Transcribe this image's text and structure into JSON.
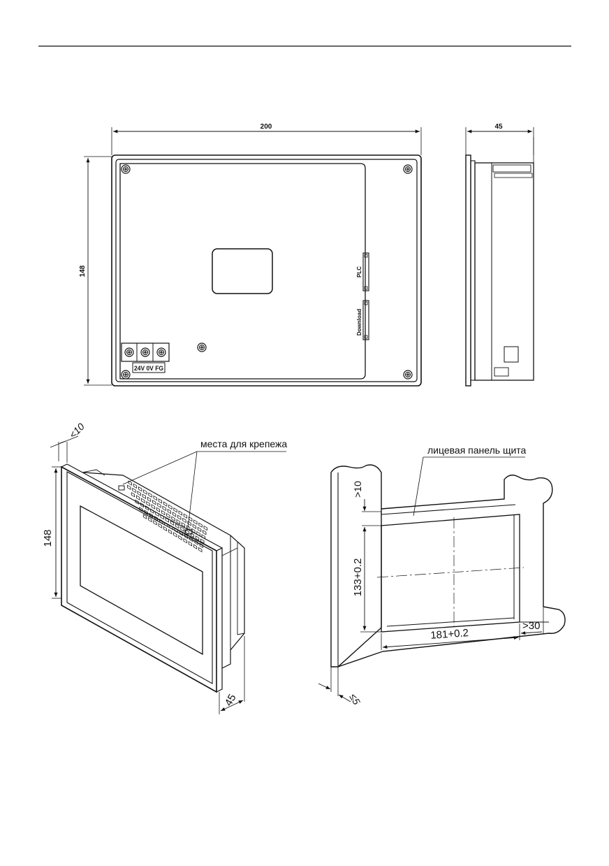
{
  "front_view": {
    "width_label": "200",
    "height_label": "148",
    "port_plc_label": "PLC",
    "port_download_label": "Download",
    "terminal_labels": "24V 0V FG"
  },
  "side_view": {
    "depth_label": "45"
  },
  "isometric_view": {
    "gap_label": "<10",
    "height_label": "148",
    "depth_label": "45",
    "mounting_label": "места для крепежа"
  },
  "cutout_view": {
    "panel_label": "лицевая панель щита",
    "top_margin_label": ">10",
    "cutout_height_label": "133+0.2",
    "cutout_width_label": "181+0.2",
    "side_margin_label": ">30",
    "thickness_label": "≤5"
  }
}
